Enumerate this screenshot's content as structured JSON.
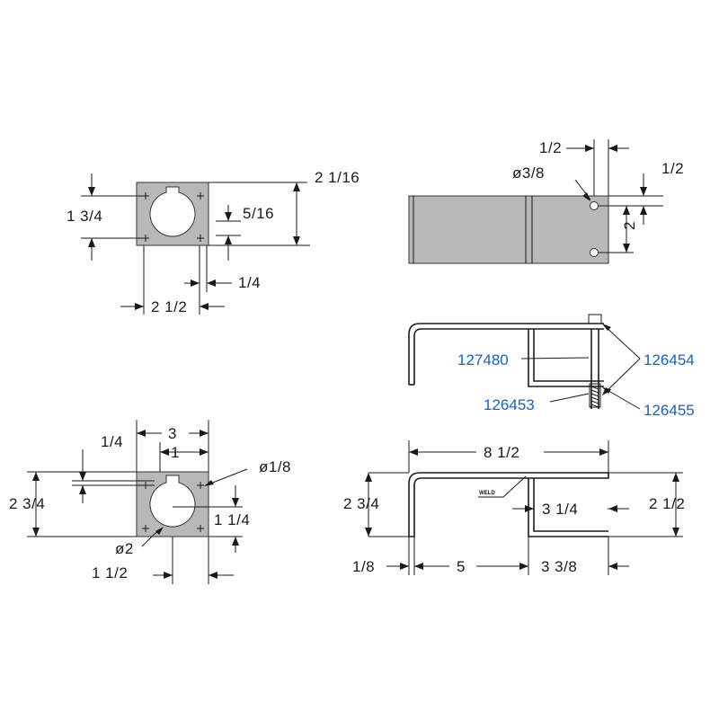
{
  "views": {
    "top_left": {
      "dim_height_between_marks": "1  3/4",
      "dim_overall_height": "2  1/16",
      "dim_edge_to_hole": "5/16",
      "dim_small_width": "1/4",
      "dim_overall_width": "2  1/2"
    },
    "top_right": {
      "dim_top_offset": "1/2",
      "dim_hole_diameter": "ø3/8",
      "dim_right_offset": "1/2",
      "dim_hole_spacing": "2"
    },
    "middle_right": {
      "callouts": [
        "127480",
        "126454",
        "126453",
        "126455"
      ]
    },
    "bottom_left": {
      "dim_width": "3",
      "dim_quarter": "1/4",
      "dim_one": "1",
      "dim_small_hole": "ø1/8",
      "dim_height": "2  3/4",
      "dim_hole_vertical": "1  1/4",
      "dim_big_hole": "ø2",
      "dim_hole_horizontal": "1  1/2"
    },
    "bottom_right": {
      "dim_overall_length": "8  1/2",
      "weld_label": "WELD",
      "dim_left_height": "2  3/4",
      "dim_inner_height": "3  1/4",
      "dim_right_height": "2  1/2",
      "dim_thickness": "1/8",
      "dim_five": "5",
      "dim_tail": "3  3/8"
    }
  }
}
